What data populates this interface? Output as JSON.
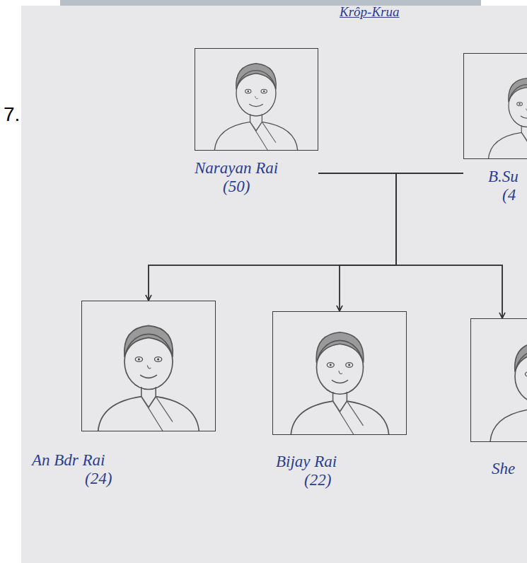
{
  "diagram": {
    "title": "Krôp-Krua",
    "nodes": [
      {
        "text": [
          "Narayan Rai",
          "(50)"
        ]
      },
      {
        "text": [
          "B.Su",
          "(4"
        ]
      },
      {
        "text": [
          "An Bdr Rai",
          "(24)"
        ]
      },
      {
        "text": [
          "Bijay Rai",
          "(22)"
        ]
      },
      {
        "text": [
          "She"
        ]
      }
    ],
    "edges": [
      {
        "from": 0,
        "to": 2,
        "arrow": "to"
      },
      {
        "from": 0,
        "to": 3,
        "arrow": "to"
      },
      {
        "from": 0,
        "to": 4,
        "arrow": "to"
      },
      {
        "from": 1,
        "to": 2,
        "arrow": "to"
      },
      {
        "from": 1,
        "to": 3,
        "arrow": "to"
      },
      {
        "from": 1,
        "to": 4,
        "arrow": "to"
      }
    ],
    "labels": [
      "7."
    ]
  }
}
